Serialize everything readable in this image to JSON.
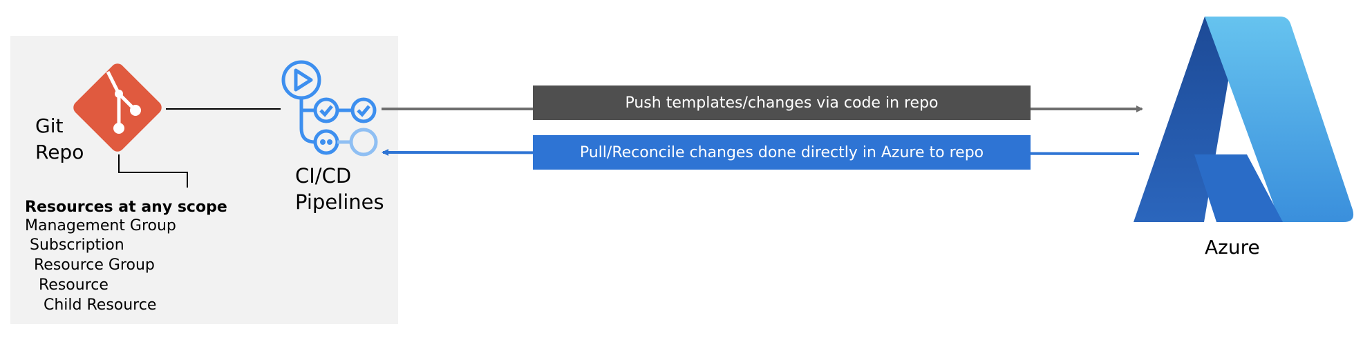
{
  "git": {
    "label_line1": "Git",
    "label_line2": "Repo"
  },
  "cicd": {
    "label_line1": "CI/CD",
    "label_line2": "Pipelines"
  },
  "azure": {
    "label": "Azure"
  },
  "scope": {
    "title": "Resources at any scope",
    "items": [
      "Management Group",
      "Subscription",
      "Resource Group",
      "Resource",
      "Child Resource"
    ]
  },
  "flows": {
    "push_label": "Push templates/changes via code in repo",
    "pull_label": "Pull/Reconcile changes done directly in Azure to repo"
  },
  "colors": {
    "git_orange": "#e05a3f",
    "pipeline_blue": "#3d8fef",
    "push_gray": "#4f4f4f",
    "pull_blue": "#2e74d4",
    "azure_dark": "#1e4fa0",
    "azure_light": "#5fb7ea"
  }
}
